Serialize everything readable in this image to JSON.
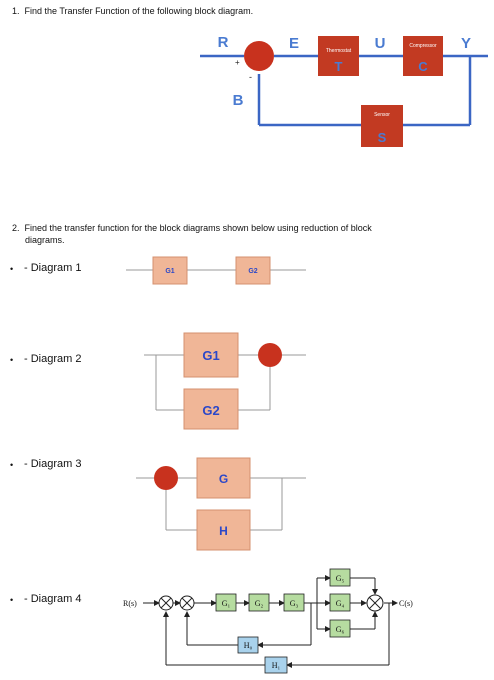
{
  "q1": {
    "number": "1.",
    "text": "Find the Transfer Function of the following block diagram."
  },
  "q2": {
    "number": "2.",
    "line1": "Fined the transfer function for the block diagrams shown below using reduction of block",
    "line2": "diagrams."
  },
  "fig1": {
    "letters": {
      "r": "R",
      "e": "E",
      "u": "U",
      "y": "Y",
      "b": "B"
    },
    "thermostat": {
      "name": "Thermostat",
      "letter": "T"
    },
    "compressor": {
      "name": "Compressor",
      "letter": "C"
    },
    "sensor": {
      "name": "Sensor",
      "letter": "S"
    },
    "plus": "+",
    "minus": "-"
  },
  "diagrams": {
    "d1": {
      "label": "- Diagram 1",
      "g1": "G1",
      "g2": "G2"
    },
    "d2": {
      "label": "- Diagram 2",
      "g1": "G1",
      "g2": "G2"
    },
    "d3": {
      "label": "- Diagram 3",
      "g": "G",
      "h": "H"
    },
    "d4": {
      "label": "- Diagram 4",
      "input": "R(s)",
      "output": "C(s)",
      "g1": "G₁",
      "g2": "G₂",
      "g3": "G₃",
      "g4": "G₄",
      "g5": "G₅",
      "g6": "G₆",
      "h0": "H₀",
      "h1": "H₁"
    }
  },
  "colors": {
    "accent_red": "#c8321e",
    "box_orange": "#f0b697",
    "letter_blue": "#4a7bd1",
    "line_blue": "#3b66c4",
    "d4_green": "#b6dca0",
    "d4_blue": "#a9d2ec"
  }
}
